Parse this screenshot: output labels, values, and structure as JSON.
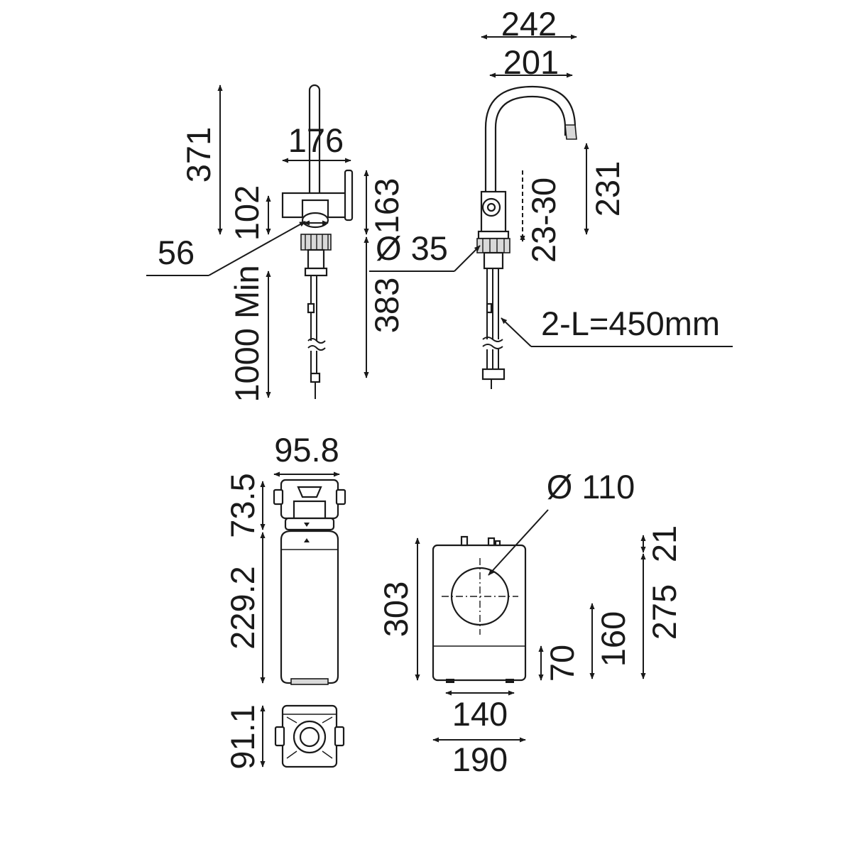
{
  "dimensions": {
    "spout_width_outer": "242",
    "spout_width_inner": "201",
    "handle_width": "176",
    "tap_height_side": "371",
    "handle_height": "102",
    "body_height": "163",
    "base_diameter": "56",
    "shank_length": "383",
    "hose_min": "1000 Min",
    "spout_height": "231",
    "deck_thickness": "23-30",
    "base_diameter_front": "Ø 35",
    "hose_length": "2-L=450mm",
    "filter_width": "95.8",
    "filter_head_height": "73.5",
    "filter_body_height": "229.2",
    "filter_top_depth": "91.1",
    "tank_port_diameter": "Ø 110",
    "tank_height": "303",
    "tank_top_offset": "21",
    "tank_outlet_height": "275",
    "tank_mid_height": "160",
    "tank_base_height": "70",
    "tank_inner_width": "140",
    "tank_width": "190"
  },
  "colors": {
    "line": "#1a1a1a",
    "background": "#ffffff"
  }
}
